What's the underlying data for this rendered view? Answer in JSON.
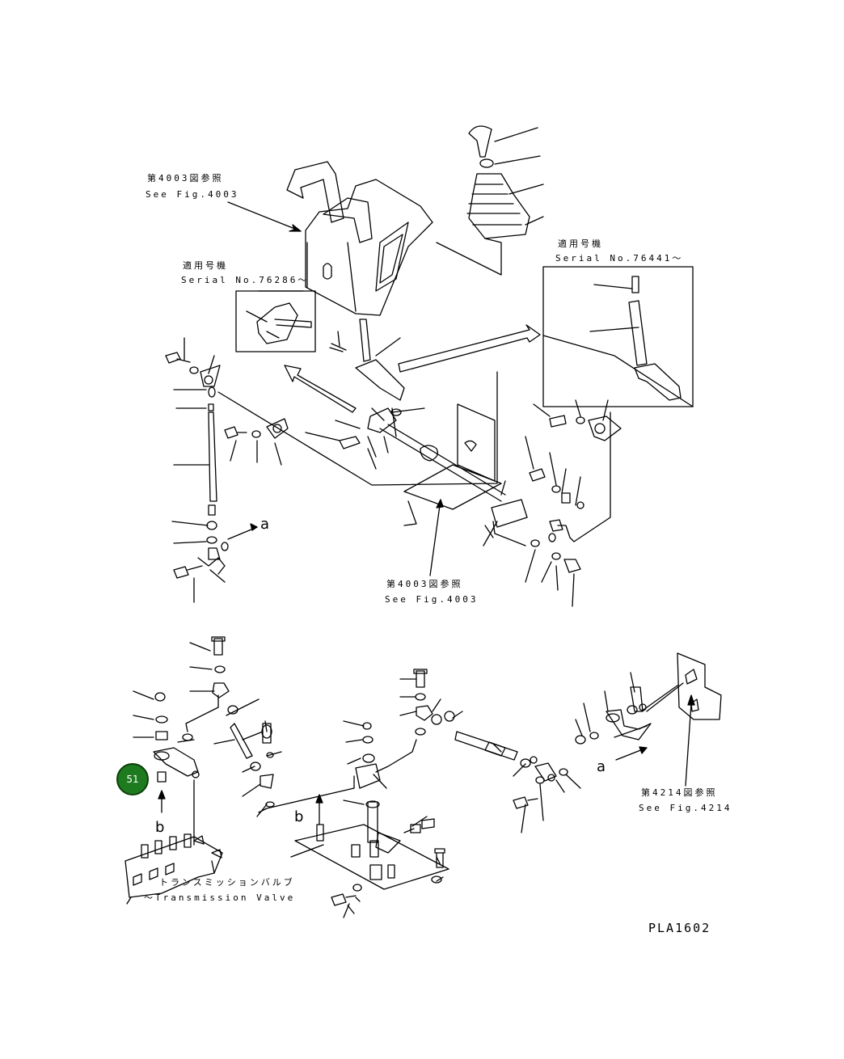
{
  "labels": {
    "ref_4003_top_jp": "第4003図参照",
    "ref_4003_top_en": "See Fig.4003",
    "serial_76286_jp": "適用号機",
    "serial_76286_en": "Serial No.76286～",
    "serial_76441_jp": "適用号機",
    "serial_76441_en": "Serial No.76441～",
    "ref_4003_mid_jp": "第4003図参照",
    "ref_4003_mid_en": "See Fig.4003",
    "ref_4214_jp": "第4214図参照",
    "ref_4214_en": "See Fig.4214",
    "valve_jp": "トランスミッションバルブ",
    "valve_en": "～Transmission Valve",
    "letter_a_top": "a",
    "letter_a_bottom": "a",
    "letter_b_left": "b",
    "letter_b_mid": "b",
    "drawing_code": "PLA1602"
  },
  "marker": {
    "number": "51",
    "color": "#1e7a1e"
  }
}
